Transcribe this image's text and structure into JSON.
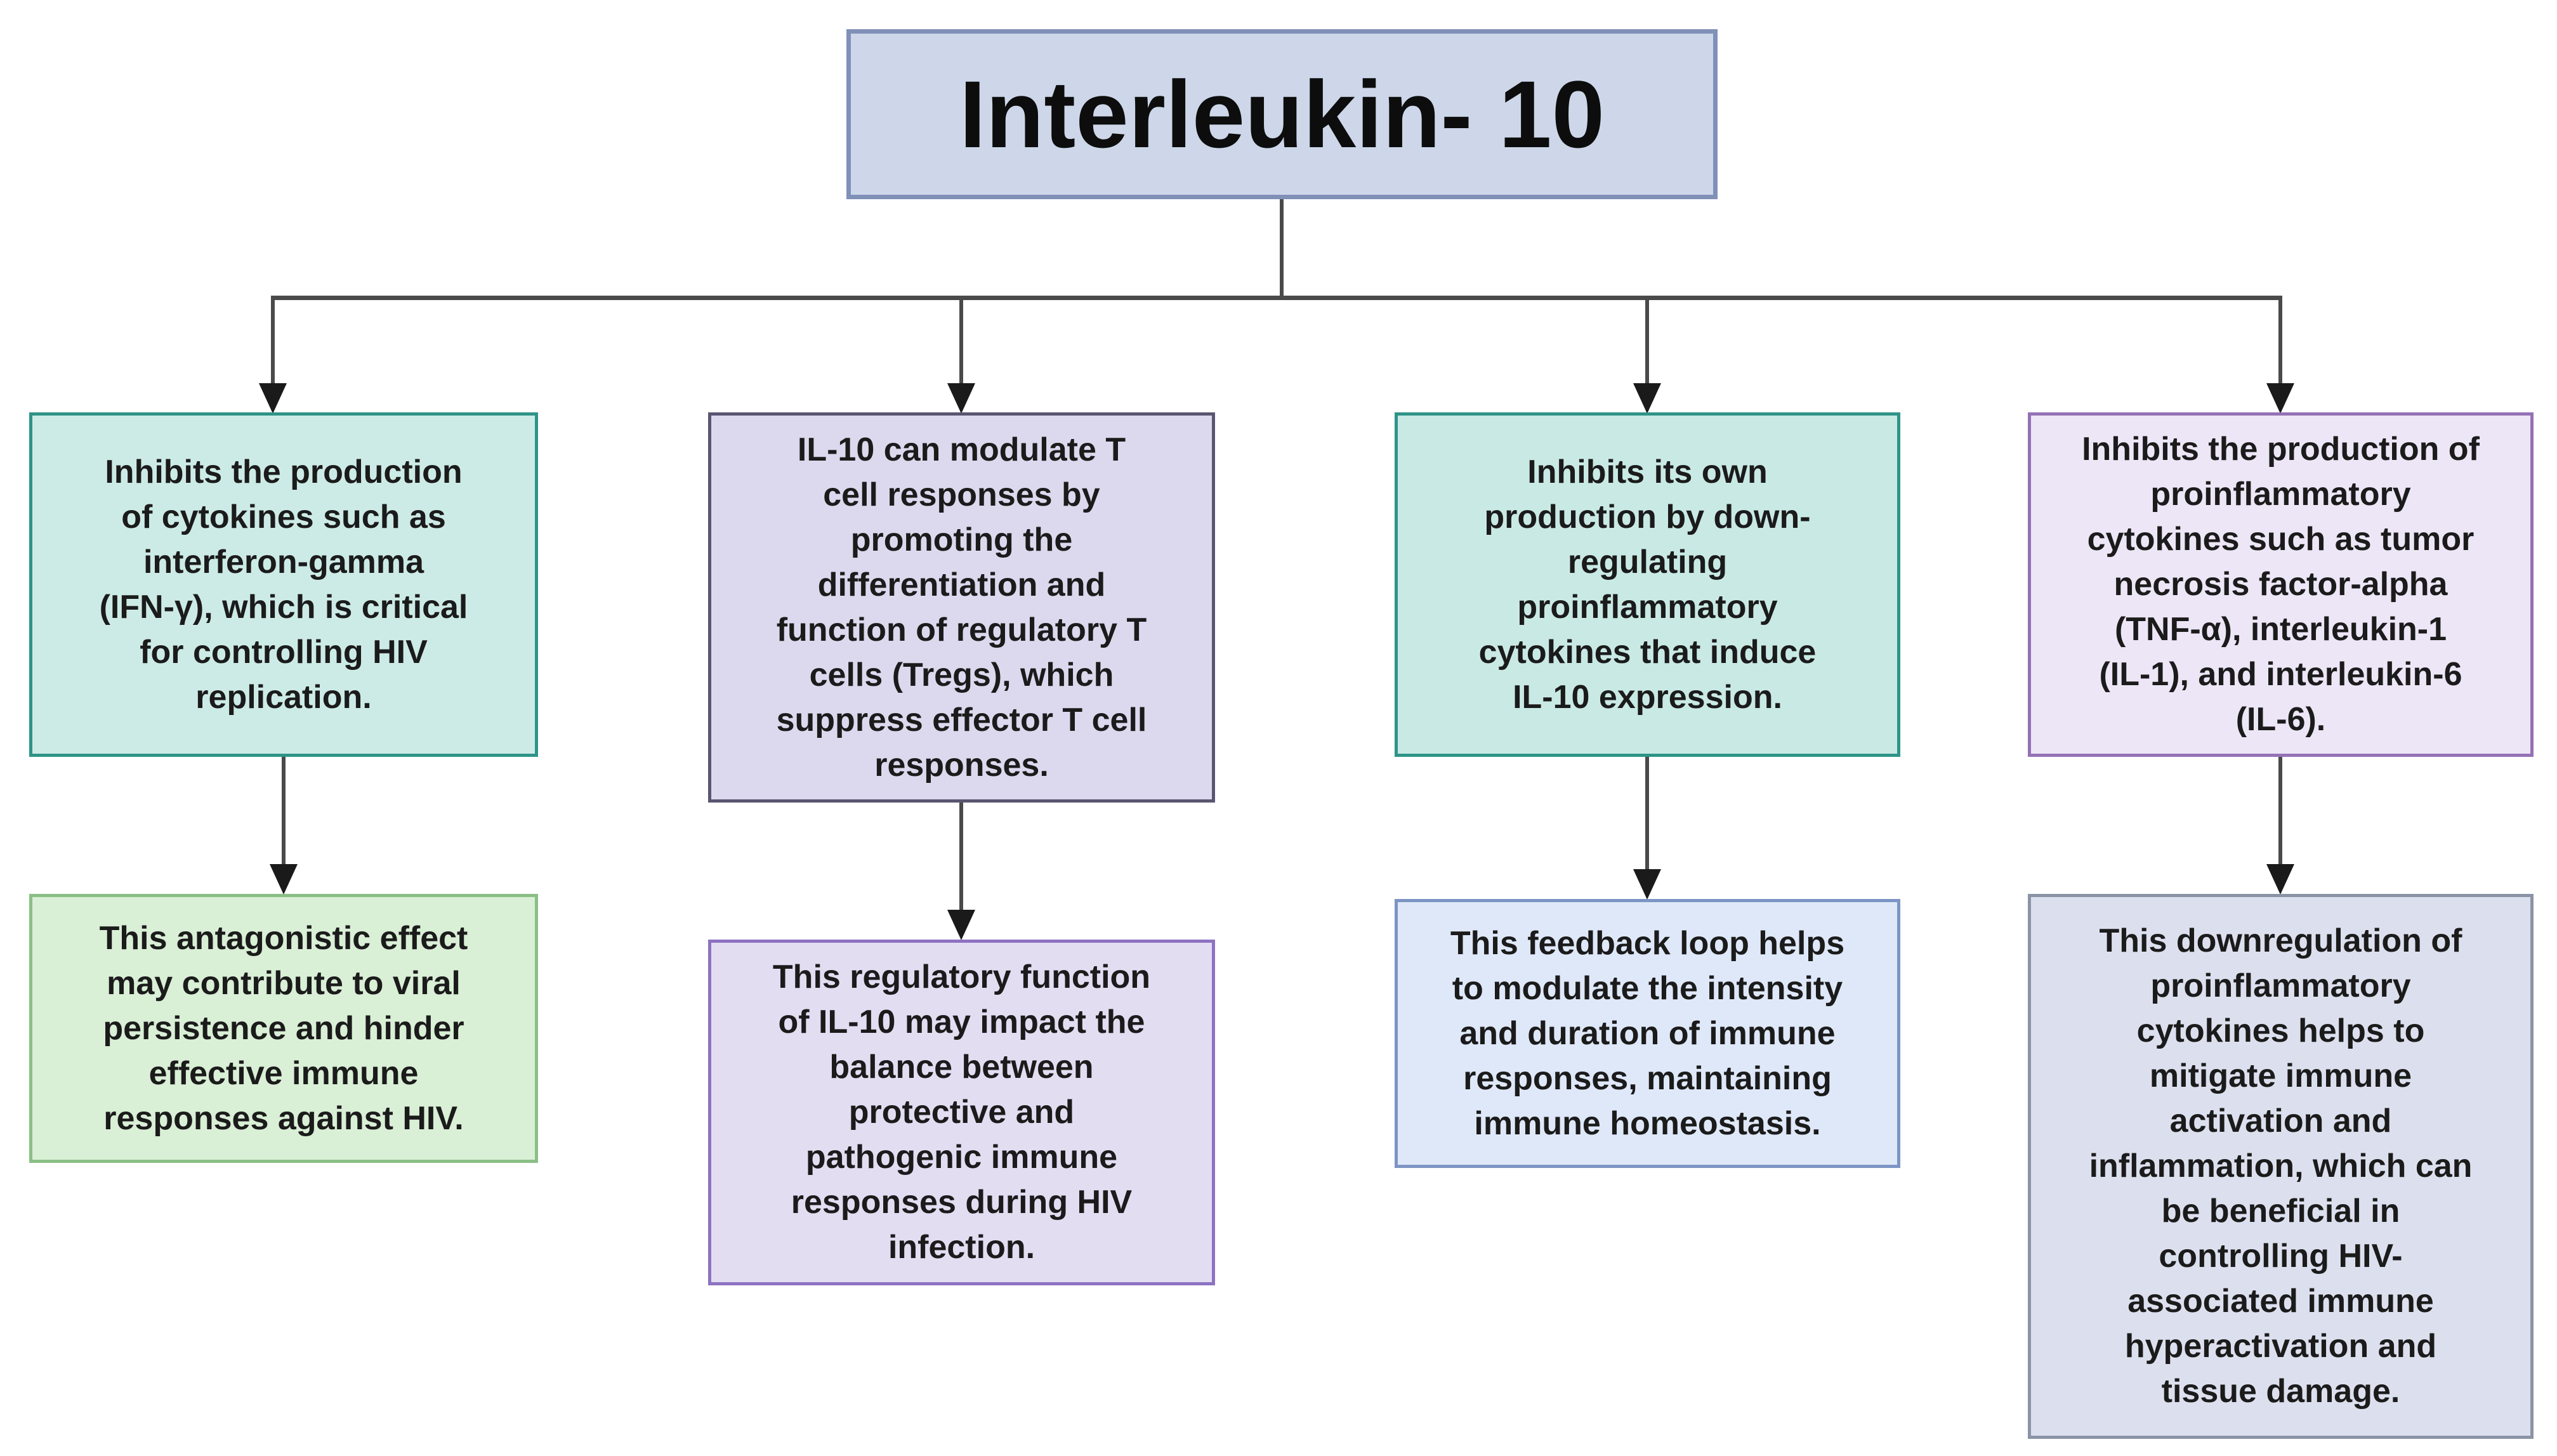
{
  "diagram": {
    "title": "Interleukin- 10",
    "root": {
      "bg": "#cdd7e9",
      "border": "#8090b8"
    },
    "connector_color": "#4a4a4a",
    "arrowhead_color": "#1a1a1a",
    "columns": [
      {
        "top": {
          "text": "Inhibits the production\nof cytokines such as\ninterferon-gamma\n(IFN-γ), which is critical\nfor controlling HIV\nreplication.",
          "bg": "#cdebe6",
          "border": "#2e9488"
        },
        "bottom": {
          "text": "This antagonistic effect\nmay contribute to viral\npersistence and hinder\neffective immune\nresponses against HIV.",
          "bg": "#d9efd6",
          "border": "#8abf85"
        }
      },
      {
        "top": {
          "text": "IL-10 can modulate T\ncell responses by\npromoting the\ndifferentiation and\nfunction of regulatory T\ncells (Tregs), which\nsuppress effector T cell\nresponses.",
          "bg": "#dcd9ee",
          "border": "#5a5570"
        },
        "bottom": {
          "text": "This regulatory function\nof IL-10 may impact the\nbalance between\nprotective and\npathogenic immune\nresponses during HIV\ninfection.",
          "bg": "#e3ddf2",
          "border": "#8d72c2"
        }
      },
      {
        "top": {
          "text": "Inhibits its own\nproduction by down-\nregulating\nproinflammatory\ncytokines that induce\nIL-10 expression.",
          "bg": "#c9e9e4",
          "border": "#2e9488"
        },
        "bottom": {
          "text": "This feedback loop helps\nto modulate the intensity\nand duration of immune\nresponses, maintaining\nimmune homeostasis.",
          "bg": "#dfe8f8",
          "border": "#7c95c4"
        }
      },
      {
        "top": {
          "text": "Inhibits the production of\nproinflammatory\ncytokines such as tumor\nnecrosis factor-alpha\n(TNF-α), interleukin-1\n(IL-1), and interleukin-6\n(IL-6).",
          "bg": "#ece6f6",
          "border": "#9471b5"
        },
        "bottom": {
          "text": "This downregulation of\nproinflammatory\ncytokines helps to\nmitigate immune\nactivation and\ninflammation, which can\nbe beneficial in\ncontrolling HIV-\nassociated immune\nhyperactivation and\ntissue damage.",
          "bg": "#dce0ee",
          "border": "#8b93a6"
        }
      }
    ]
  }
}
